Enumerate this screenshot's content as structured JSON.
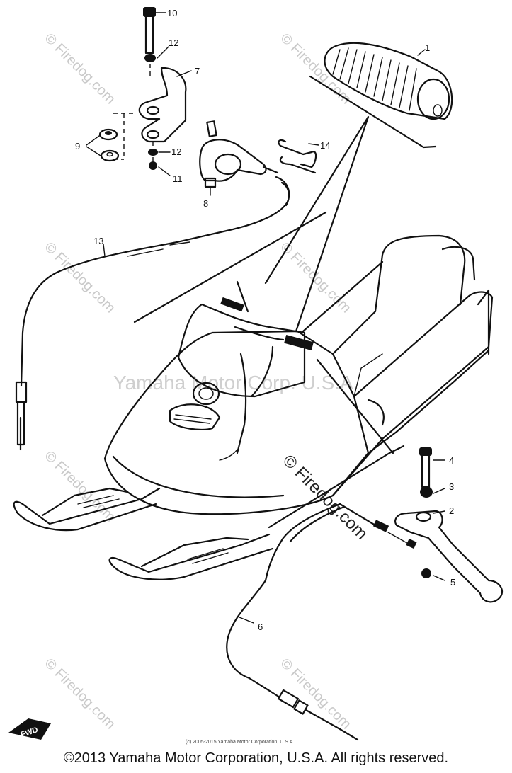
{
  "diagram": {
    "callouts": [
      "1",
      "2",
      "3",
      "4",
      "5",
      "6",
      "7",
      "8",
      "9",
      "10",
      "11",
      "12",
      "12",
      "13",
      "14"
    ],
    "fwd_badge": "FWD",
    "center_watermark": "Yamaha Motor Corp. U.S.A.",
    "site_watermark": "© Firedog.com",
    "diagonal_watermark": "© Firedog.com",
    "small_copyright": "(c) 2005-2015 Yamaha Motor Corporation, U.S.A."
  },
  "footer": {
    "copyright": "©2013 Yamaha Motor Corporation, U.S.A. All rights reserved."
  }
}
